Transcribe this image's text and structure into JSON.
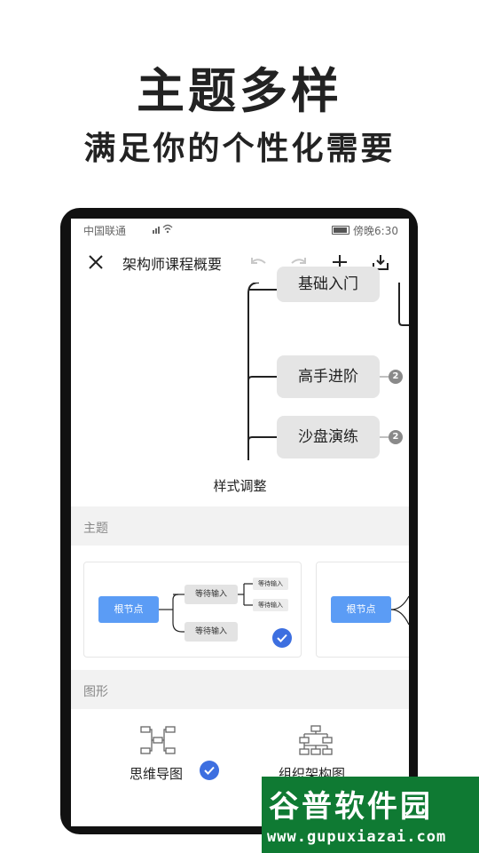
{
  "promo": {
    "headline": "主题多样",
    "subheadline": "满足你的个性化需要"
  },
  "status_bar": {
    "carrier": "中国联通",
    "time": "傍晚6:30"
  },
  "toolbar": {
    "title": "架构师课程概要",
    "icons": [
      "close-icon",
      "undo-icon",
      "redo-icon",
      "add-icon",
      "download-icon"
    ]
  },
  "mindmap": {
    "nodes": [
      {
        "label": "基础入门"
      },
      {
        "label": "高手进阶",
        "count": "2"
      },
      {
        "label": "沙盘演练",
        "count": "2"
      }
    ]
  },
  "panel": {
    "title": "样式调整",
    "theme_section": "主题",
    "theme_card_1": {
      "root": "根节点",
      "child_1": "等待输入",
      "child_2": "等待输入",
      "leaf_1": "等待输入",
      "leaf_2": "等待输入",
      "selected": true
    },
    "theme_card_2": {
      "root": "根节点"
    },
    "shape_section": "图形",
    "shapes": [
      {
        "label": "思维导图",
        "selected": true
      },
      {
        "label": "组织架构图"
      }
    ]
  },
  "watermark": {
    "brand": "谷普软件园",
    "url": "www.gupuxiazai.com"
  },
  "colors": {
    "accent": "#3d6fe0",
    "root_node": "#5b9cf5",
    "watermark_bg": "#0f7a33"
  }
}
